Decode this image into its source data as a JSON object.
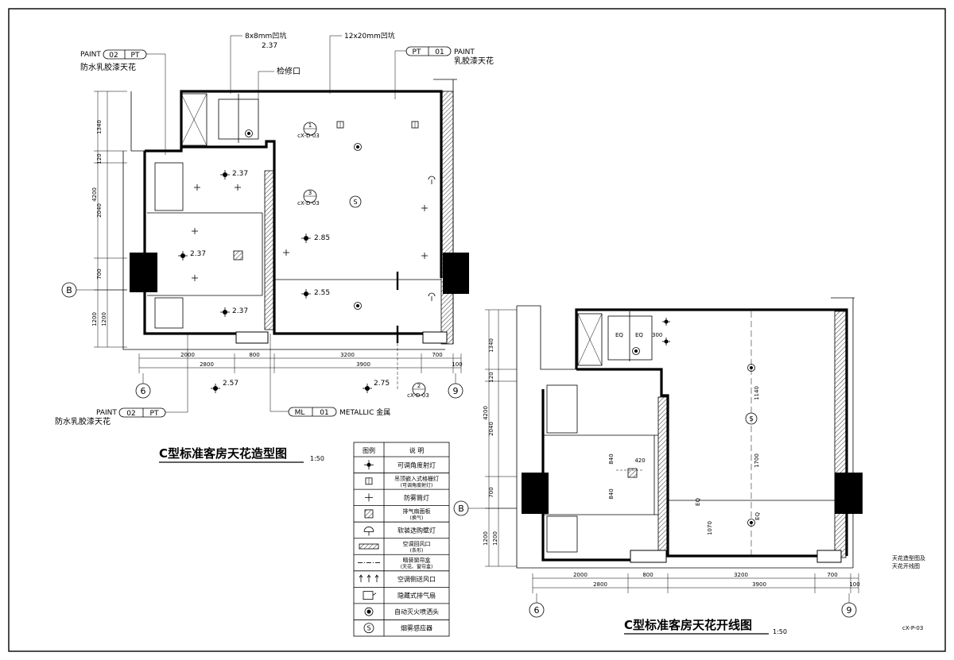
{
  "drawing_left": {
    "title": "C型标准客房天花造型图",
    "scale": "1:50",
    "callout_paint_02_top": {
      "tag": "PAINT",
      "code": "02",
      "mat": "PT",
      "desc": "防水乳胶漆天花"
    },
    "callout_paint_01": {
      "tag": "PAINT",
      "code": "01",
      "mat": "PT",
      "desc": "乳胶漆天花"
    },
    "callout_paint_02_bottom": {
      "tag": "PAINT",
      "code": "02",
      "mat": "PT",
      "desc": "防水乳胶漆天花"
    },
    "callout_metal": {
      "code": "ML",
      "num": "01",
      "desc": "METALLIC 金属"
    },
    "note_groove_8": "8x8mm凹坑",
    "note_groove_12": "12x20mm凹坑",
    "note_access": "检修口",
    "levels": [
      "2.37",
      "2.37",
      "2.37",
      "2.37",
      "2.85",
      "2.55",
      "2.57",
      "2.75"
    ],
    "dims_vertical": [
      "1340",
      "120",
      "4200",
      "2040",
      "700",
      "1200",
      "1200"
    ],
    "dims_horizontal_top": [
      "2000",
      "800",
      "3200",
      "700"
    ],
    "dims_horizontal_bottom": [
      "2800",
      "3900",
      "100"
    ],
    "grid_axes": [
      "B",
      "6",
      "9"
    ],
    "section_marks": [
      "1",
      "2",
      "3"
    ],
    "section_ref": "cX-D-03"
  },
  "drawing_right": {
    "title": "C型标准客房天花开线图",
    "scale": "1:50",
    "dims_vertical": [
      "1340",
      "120",
      "4200",
      "2040",
      "700",
      "1200",
      "1200"
    ],
    "dims_horizontal_top": [
      "2000",
      "800",
      "3200",
      "700"
    ],
    "dims_horizontal_bottom": [
      "2800",
      "3900",
      "100"
    ],
    "inner_dims": [
      "840",
      "840",
      "420",
      "1140",
      "1700",
      "1070",
      "EQ",
      "300"
    ],
    "grid_axes": [
      "B",
      "6",
      "9"
    ],
    "note": [
      "天花造型图及",
      "天花开线图"
    ],
    "sheet_code": "cX-P-03"
  },
  "legend": {
    "header_symbol": "图例",
    "header_desc": "说    明",
    "rows": [
      {
        "icon": "adjustable-spotlight-icon",
        "desc": "可调角度射灯",
        "sub": ""
      },
      {
        "icon": "recessed-grille-light-icon",
        "desc": "吊顶嵌入式格栅灯",
        "sub": "(可调角度射灯)"
      },
      {
        "icon": "fog-proof-light-icon",
        "desc": "防雾筒灯",
        "sub": ""
      },
      {
        "icon": "exhaust-fan-grille-icon",
        "desc": "排气扇面板",
        "sub": "(换气)"
      },
      {
        "icon": "pendant-light-icon",
        "desc": "软装选购壁灯",
        "sub": ""
      },
      {
        "icon": "ac-return-vent-icon",
        "desc": "空调回风口",
        "sub": "(条形)"
      },
      {
        "icon": "curtain-box-icon",
        "desc": "暗装窗帘盒",
        "sub": "(天花、窗帘盒)"
      },
      {
        "icon": "ac-side-vent-icon",
        "desc": "空调侧送风口",
        "sub": ""
      },
      {
        "icon": "concealed-exhaust-fan-icon",
        "desc": "隐藏式排气扇",
        "sub": ""
      },
      {
        "icon": "sprinkler-icon",
        "desc": "自动灭火喷洒头",
        "sub": ""
      },
      {
        "icon": "smoke-detector-icon",
        "desc": "烟雾感应器",
        "sub": ""
      }
    ]
  }
}
